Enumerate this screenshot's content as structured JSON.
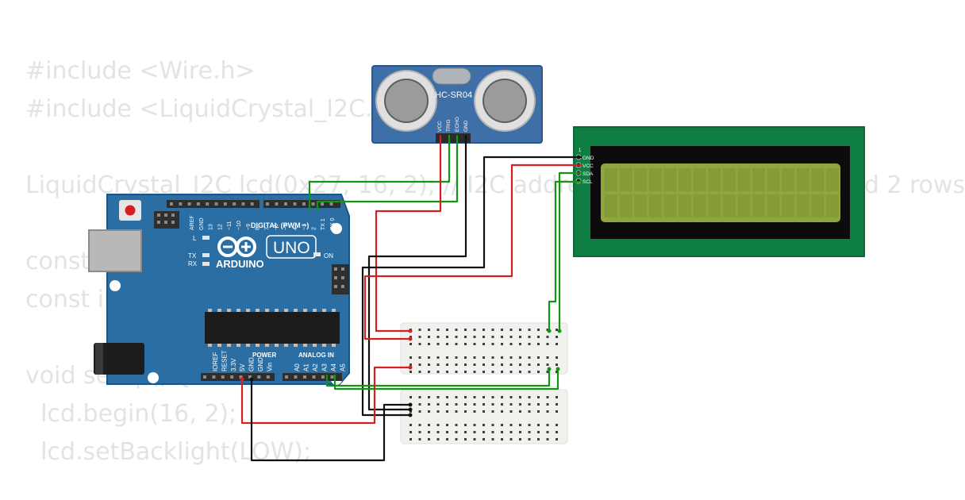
{
  "code_lines": [
    "#include <Wire.h>",
    "#include <LiquidCrystal_I2C.h>",
    "",
    "LiquidCrystal_I2C lcd(0x27, 16, 2); // I2C address 0x27, 16 columns and 2 rows",
    "",
    "const",
    "const i",
    "",
    "void setup() {",
    "  lcd.begin(16, 2);",
    "  lcd.setBacklight(LOW);"
  ],
  "sensor": {
    "label": "HC-SR04",
    "pins": [
      "VCC",
      "TRIG",
      "ECHO",
      "GND"
    ]
  },
  "lcd": {
    "pins": [
      "GND",
      "VCC",
      "SDA",
      "SCL"
    ],
    "pin1": "1",
    "columns": 16,
    "rows": 2
  },
  "arduino": {
    "brand": "ARDUINO",
    "model": "UNO",
    "digital_header": "DIGITAL (PWM ~)",
    "power_header": "POWER",
    "analog_header": "ANALOG IN",
    "top_pins": [
      "AREF",
      "GND",
      "13",
      "12",
      "~11",
      "~10",
      "~9",
      "8",
      "7",
      "~6",
      "~5",
      "4",
      "~3",
      "2",
      "TX 1",
      "RX 0"
    ],
    "power_pins": [
      "IOREF",
      "RESET",
      "3.3V",
      "5V",
      "GND",
      "GND",
      "Vin"
    ],
    "analog_pins": [
      "A0",
      "A1",
      "A2",
      "A3",
      "A4",
      "A5"
    ],
    "led_l": "L",
    "led_tx": "TX",
    "led_rx": "RX",
    "led_on": "ON"
  },
  "colors": {
    "board": "#2a6ea3",
    "board_dark": "#1f5a87",
    "sensor_board": "#3e6fa6",
    "lcd_pcb": "#0e7e42",
    "lcd_screen": "#8fa63d",
    "wire_red": "#d42020",
    "wire_green": "#119611",
    "wire_black": "#111111",
    "breadboard": "#f1f1ee"
  }
}
